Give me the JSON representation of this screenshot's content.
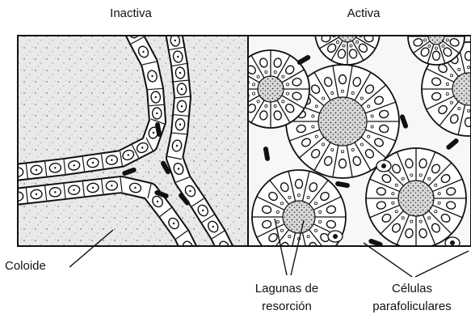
{
  "figure": {
    "panel_labels": {
      "left": "Inactiva",
      "right": "Activa"
    },
    "annotations": {
      "colloid": "Coloide",
      "resorption_lacunae": [
        "Lagunas de",
        "resorción"
      ],
      "parafollicular_cells": [
        "Células",
        "parafoliculares"
      ]
    },
    "colors": {
      "ink": "#111111",
      "colloid_fill": "#e6e6e6",
      "background": "#ffffff"
    }
  }
}
